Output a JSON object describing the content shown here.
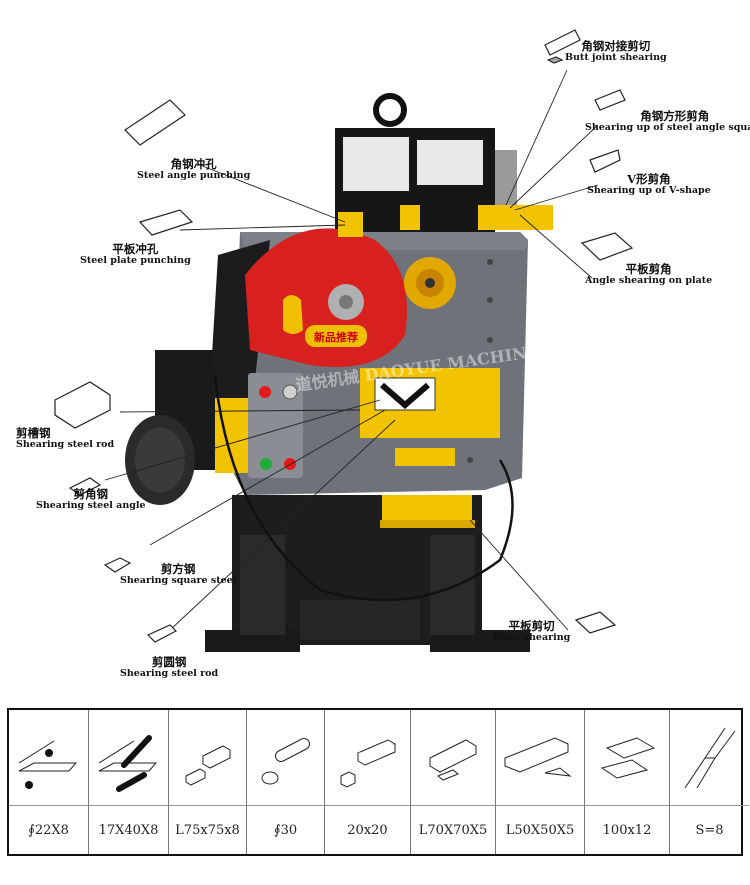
{
  "labels": {
    "butt_joint": {
      "zh": "角钢对接剪切",
      "en": "Butt joint shearing"
    },
    "angle_square": {
      "zh": "角钢方形剪角",
      "en": "Shearing up of steel angle square"
    },
    "v_shape": {
      "zh": "V形剪角",
      "en": "Shearing up of  V-shape"
    },
    "angle_plate": {
      "zh": "平板剪角",
      "en": "Angle shearing on plate"
    },
    "angle_punching": {
      "zh": "角钢冲孔",
      "en": "Steel angle punching"
    },
    "plate_punching": {
      "zh": "平板冲孔",
      "en": "Steel plate punching"
    },
    "steel_rod": {
      "zh": "剪槽钢",
      "en": "Shearing steel rod"
    },
    "steel_angle": {
      "zh": "剪角钢",
      "en": "Shearing steel angle"
    },
    "square_steel": {
      "zh": "剪方钢",
      "en": "Shearing square steel"
    },
    "round_rod": {
      "zh": "剪圆钢",
      "en": "Shearing steel rod"
    },
    "plate_shearing": {
      "zh": "平板剪切",
      "en": "Plate shearing"
    }
  },
  "machine_badge": "新品推荐",
  "watermark": "道悦机械 DAOYUE MACHINERY",
  "specs": [
    {
      "icon": "punch-plate-icon",
      "value": "∮22X8"
    },
    {
      "icon": "flat-bar-icon",
      "value": "17X40X8"
    },
    {
      "icon": "angle-steel-icon",
      "value": "L75x75x8"
    },
    {
      "icon": "round-bar-icon",
      "value": "∮30"
    },
    {
      "icon": "square-bar-icon",
      "value": "20x20"
    },
    {
      "icon": "channel-icon",
      "value": "L70X70X5"
    },
    {
      "icon": "angle-notch-icon",
      "value": "L50X50X5"
    },
    {
      "icon": "plate-icon",
      "value": "100x12"
    },
    {
      "icon": "butt-cut-icon",
      "value": "S=8"
    }
  ],
  "colors": {
    "body": "#6f7278",
    "yellow": "#f2c300",
    "red": "#d8201f",
    "black": "#1b1b1b"
  }
}
